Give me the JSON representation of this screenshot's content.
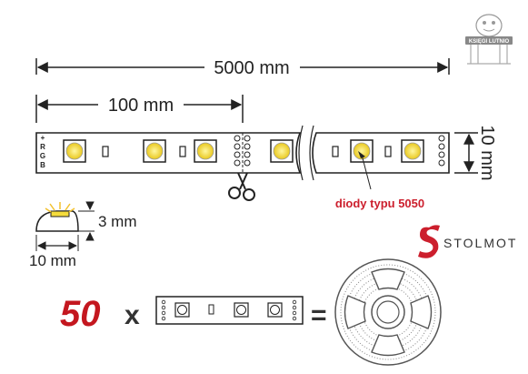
{
  "dimensions": {
    "total_length": "5000 mm",
    "segment_length": "100 mm",
    "strip_width": "10 mm",
    "profile_height": "3 mm",
    "profile_width": "10 mm"
  },
  "pcb_labels": [
    "+",
    "R",
    "G",
    "B"
  ],
  "callout": {
    "text": "diody typu 5050",
    "color": "#cc1f2d"
  },
  "brand": {
    "name": "STOLMOT",
    "color": "#cc1f2d"
  },
  "watermark_logo": {
    "text": "KSIĘGI LUTNIO"
  },
  "equation": {
    "count": "50",
    "multiply": "x",
    "equals": "=",
    "count_color": "#c4171f"
  },
  "colors": {
    "led_yellow": "#f5dc3c",
    "line": "#222222"
  }
}
